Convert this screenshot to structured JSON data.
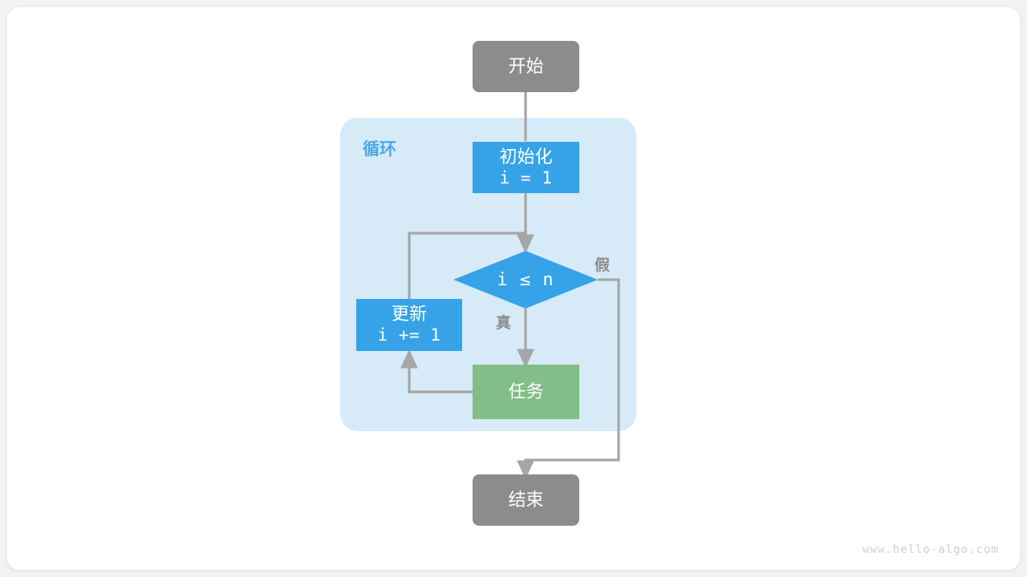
{
  "diagram": {
    "title": "for-loop-flowchart",
    "watermark": "www.hello-algo.com",
    "colors": {
      "terminal": "#8c8c8c",
      "process_blue": "#36a3e8",
      "task_green": "#83bd87",
      "loop_bg": "#d6eaf8",
      "loop_label": "#4aa8ea",
      "edge": "#a6a6a6",
      "card_bg": "#ffffff",
      "page_bg": "#f2f2f2"
    },
    "nodes": {
      "start": {
        "label": "开始",
        "shape": "rounded-rect",
        "color": "#8c8c8c"
      },
      "init": {
        "label": "初始化",
        "sublabel": "i = 1",
        "shape": "rect",
        "color": "#36a3e8"
      },
      "condition": {
        "label": "i ≤ n",
        "shape": "diamond",
        "color": "#36a3e8"
      },
      "update": {
        "label": "更新",
        "sublabel": "i += 1",
        "shape": "rect",
        "color": "#36a3e8"
      },
      "task": {
        "label": "任务",
        "shape": "rect",
        "color": "#83bd87"
      },
      "end": {
        "label": "结束",
        "shape": "rounded-rect",
        "color": "#8c8c8c"
      }
    },
    "container": {
      "label": "循环",
      "color": "#d6eaf8",
      "label_color": "#4aa8ea"
    },
    "edge_labels": {
      "true": "真",
      "false": "假"
    }
  }
}
